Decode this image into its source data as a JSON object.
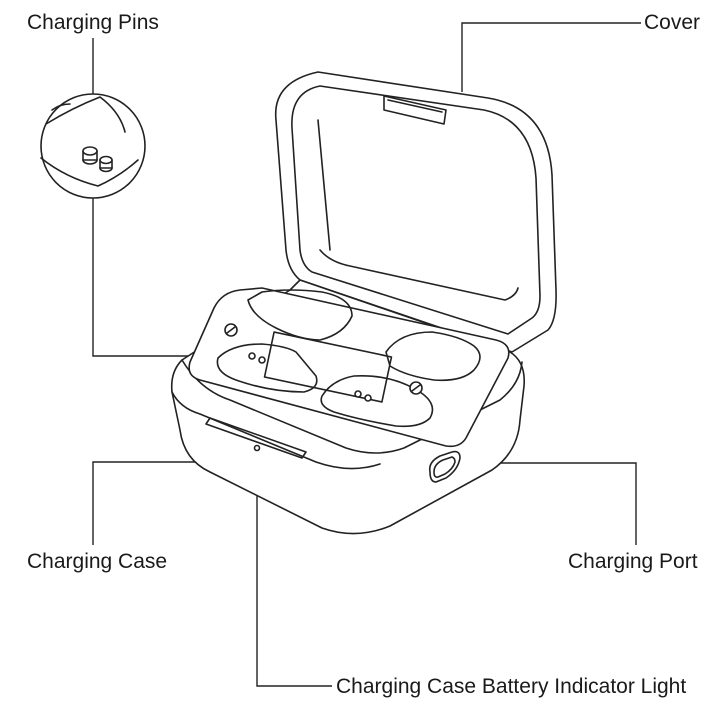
{
  "labels": {
    "charging_pins": "Charging Pins",
    "cover": "Cover",
    "charging_case": "Charging Case",
    "charging_port": "Charging Port",
    "battery_indicator": "Charging Case Battery Indicator Light"
  },
  "colors": {
    "line": "#222222",
    "text": "#1a1a1a",
    "background": "#ffffff"
  }
}
